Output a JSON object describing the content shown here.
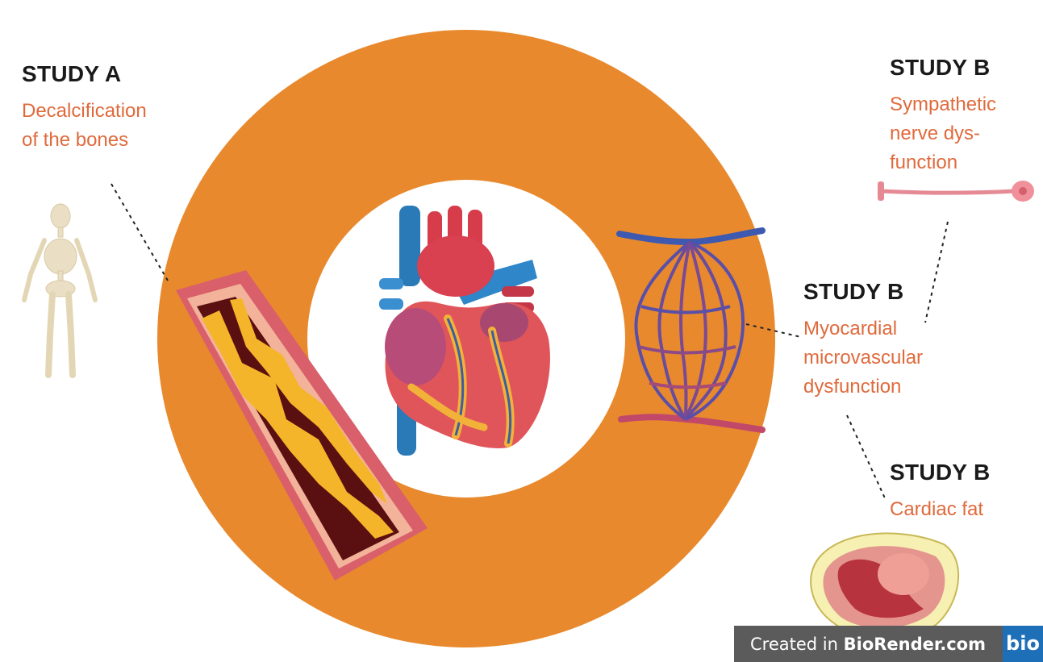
{
  "colors": {
    "ring": "#e8892d",
    "label_red": "#e06a3c",
    "heading": "#1a1a1a",
    "watermark_bg": "#5b5b5b",
    "logo_bg": "#1d6fb8"
  },
  "study_a": {
    "heading": "STUDY A",
    "desc_line1": "Decalcification",
    "desc_line2": "of the bones"
  },
  "study_b_nerve": {
    "heading": "STUDY B",
    "desc_line1": "Sympathetic",
    "desc_line2": "nerve dys-",
    "desc_line3": "function"
  },
  "study_b_micro": {
    "heading": "STUDY B",
    "desc_line1": "Myocardial",
    "desc_line2": "microvascular",
    "desc_line3": "dysfunction"
  },
  "study_b_fat": {
    "heading": "STUDY B",
    "desc_line1": "Cardiac fat"
  },
  "watermark": {
    "prefix": "Created in ",
    "brand": "BioRender.com",
    "logo": "bio"
  },
  "icons": [
    "skeleton-icon",
    "artery-icon",
    "heart-icon",
    "microvasculature-icon",
    "nerve-icon",
    "cardiac-fat-icon"
  ]
}
